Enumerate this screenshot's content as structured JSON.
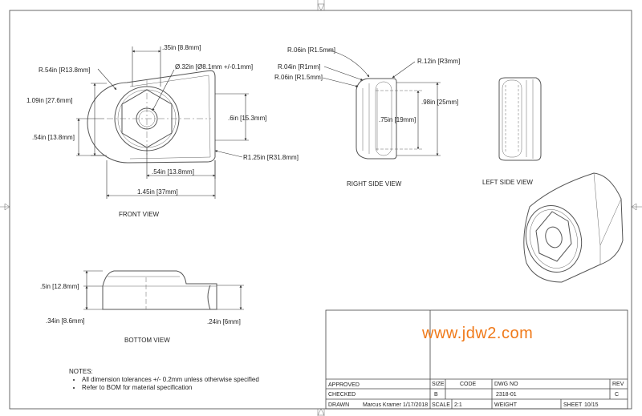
{
  "dimensions": {
    "front_top_width": ".35in [8.8mm]",
    "hole_dia": "Ø.32in [Ø8.1mm +/-0.1mm]",
    "front_radius_left": "R.54in [R13.8mm]",
    "front_height": "1.09in [27.6mm]",
    "front_right_height": ".6in [15.3mm]",
    "front_left_lower": ".54in [13.8mm]",
    "front_right_radius": "R1.25in [R31.8mm]",
    "front_bottom_half": ".54in [13.8mm]",
    "front_width": "1.45in [37mm]",
    "side_r1": "R.06in [R1.5mm]",
    "side_r2": "R.04in [R1mm]",
    "side_r3": "R.06in [R1.5mm]",
    "side_r4": "R.12in [R3mm]",
    "side_outer_height": ".98in [25mm]",
    "side_inner_height": ".75in [19mm]",
    "bottom_height": ".5in [12.8mm]",
    "bottom_lower": ".34in [8.6mm]",
    "bottom_right": ".24in [6mm]"
  },
  "views": {
    "front": "FRONT VIEW",
    "right_side": "RIGHT SIDE VIEW",
    "left_side": "LEFT SIDE VIEW",
    "bottom": "BOTTOM VIEW"
  },
  "watermark": "www.jdw2.com",
  "notes": {
    "heading": "NOTES:",
    "items": [
      "All dimension tolerances +/- 0.2mm unless otherwise specified",
      "Refer to BOM for material specification"
    ]
  },
  "title_block": {
    "approved_label": "APPROVED",
    "checked_label": "CHECKED",
    "drawn_label": "DRAWN",
    "drawn_by": "Marcus Kramer",
    "drawn_date": "1/17/2018",
    "size_label": "SIZE",
    "size_value": "B",
    "code_label": "CODE",
    "dwg_label": "DWG NO",
    "dwg_value": "2318-01",
    "rev_label": "REV",
    "rev_value": "C",
    "scale_label": "SCALE",
    "scale_value": "2:1",
    "weight_label": "WEIGHT",
    "sheet_label": "SHEET",
    "sheet_value": "10/15"
  },
  "colors": {
    "watermark": "#f07a1a",
    "lines": "#555555"
  }
}
